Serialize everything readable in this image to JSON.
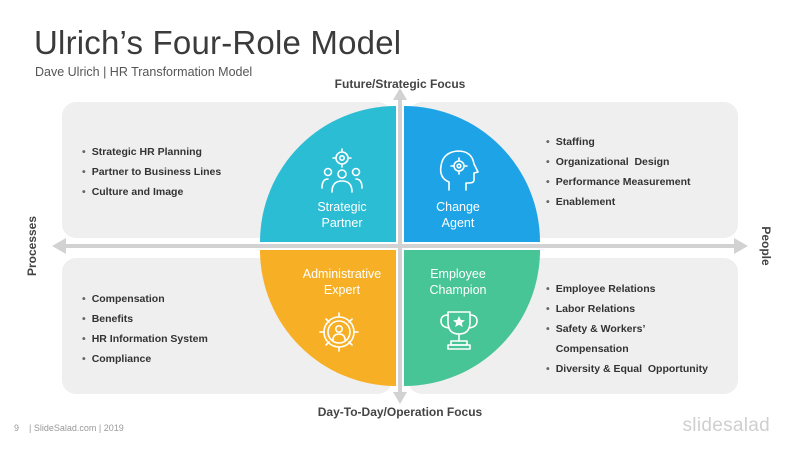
{
  "header": {
    "title": "Ulrich’s Four-Role Model",
    "subtitle": "Dave Ulrich | HR Transformation Model"
  },
  "axes": {
    "top": "Future/Strategic Focus",
    "bottom": "Day-To-Day/Operation Focus",
    "left": "Processes",
    "right": "People"
  },
  "quadrants": {
    "strategic_partner": {
      "line1": "Strategic",
      "line2": "Partner",
      "color": "#2bbdd4",
      "icon": "gears-person-icon"
    },
    "change_agent": {
      "line1": "Change",
      "line2": "Agent",
      "color": "#1ea4e6",
      "icon": "head-gear-icon"
    },
    "administrative_expert": {
      "line1": "Administrative",
      "line2": "Expert",
      "color": "#f7b026",
      "icon": "gear-person-icon"
    },
    "employee_champion": {
      "line1": "Employee",
      "line2": "Champion",
      "color": "#47c596",
      "icon": "trophy-icon"
    }
  },
  "lists": {
    "strategic_partner": [
      "Strategic HR Planning",
      "Partner to Business Lines",
      "Culture and Image"
    ],
    "change_agent": [
      "Staffing",
      "Organizational  Design",
      "Performance Measurement",
      "Enablement"
    ],
    "administrative_expert": [
      "Compensation",
      "Benefits",
      "HR Information System",
      "Compliance"
    ],
    "employee_champion": [
      "Employee Relations",
      "Labor Relations",
      "Safety & Workers’",
      "Compensation",
      "Diversity & Equal  Opportunity"
    ]
  },
  "footer": {
    "page": "9",
    "text": "| SlideSalad.com | 2019",
    "logo": "slidesalad"
  }
}
